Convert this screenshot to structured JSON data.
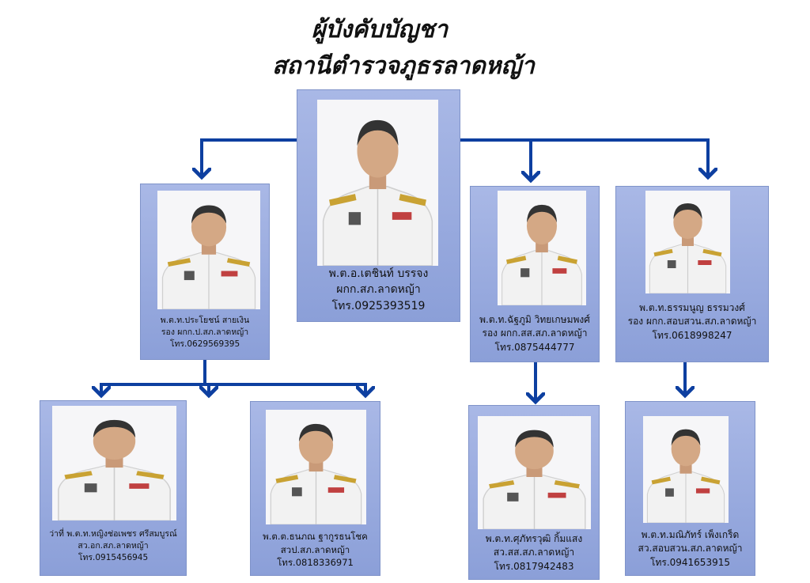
{
  "header": {
    "title": "ผู้บังคับบัญชา",
    "subtitle": "สถานีตำรวจภูธรลาดหญ้า"
  },
  "colors": {
    "card": "#8b9fd8",
    "connector": "#0d3fa0"
  },
  "members": {
    "chief": {
      "name": "พ.ต.อ.เตชินท์  บรรจง",
      "position": "ผกก.สภ.ลาดหญ้า",
      "phone": "โทร.0925393519"
    },
    "deputy_admin": {
      "name": "พ.ต.ท.ประโยชน์  สายเงิน",
      "position": "รอง ผกก.ป.สภ.ลาดหญ้า",
      "phone": "โทร.0629569395"
    },
    "deputy_intel": {
      "name": "พ.ต.ท.ฉัฐภูมิ วิทยเกษมพงศ์",
      "position": "รอง ผกก.สส.สภ.ลาดหญ้า",
      "phone": "โทร.0875444777"
    },
    "deputy_inv": {
      "name": "พ.ต.ท.ธรรมนูญ ธรรมวงศ์",
      "position": "รอง ผกก.สอบสวน.สภ.ลาดหญ้า",
      "phone": "โทร.0618998247"
    },
    "inspector_admin": {
      "name": "ว่าที่ พ.ต.ท.หญิงช่อเพชร ศรีสมบูรณ์",
      "position": "สว.อก.สภ.ลาดหญ้า",
      "phone": "โทร.0915456945"
    },
    "inspector_patrol": {
      "name": "พ.ต.ต.ธนภณ ฐากูรธนโชค",
      "position": "สวป.สภ.ลาดหญ้า",
      "phone": "โทร.0818336971"
    },
    "inspector_intel": {
      "name": "พ.ต.ท.ศุภัทรวุฒิ  กิ้มแสง",
      "position": "สว.สส.สภ.ลาดหญ้า",
      "phone": "โทร.0817942483"
    },
    "inspector_inv": {
      "name": "พ.ต.ท.มณิภัทร์ เพ็งเกร็ด",
      "position": "สว.สอบสวน.สภ.ลาดหญ้า",
      "phone": "โทร.0941653915"
    }
  }
}
